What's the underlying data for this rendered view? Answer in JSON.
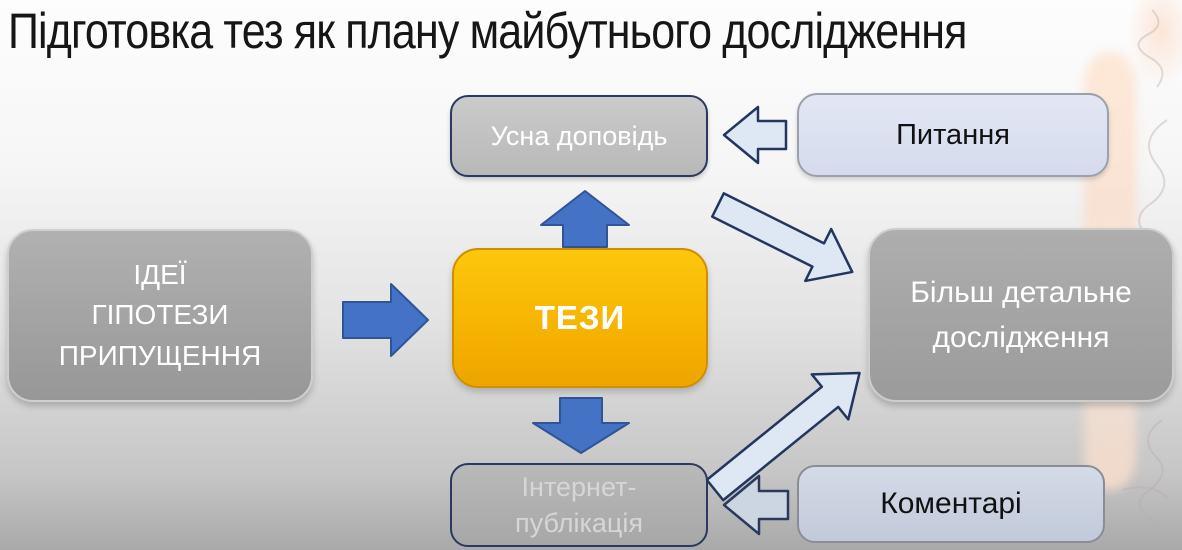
{
  "slide": {
    "title": "Підготовка тез як плану майбутнього дослідження"
  },
  "nodes": {
    "theses": {
      "label": "ТЕЗИ"
    },
    "ideas": {
      "line1": "ІДЕЇ",
      "line2": "ГІПОТЕЗИ",
      "line3": "ПРИПУЩЕННЯ"
    },
    "oral_report": {
      "label": "Усна доповідь"
    },
    "questions": {
      "label": "Питання"
    },
    "detailed_research": {
      "line1": "Більш детальне",
      "line2": "дослідження"
    },
    "internet_publication": {
      "line1": "Інтернет-",
      "line2": "публікація"
    },
    "comments": {
      "label": "Коментарі"
    }
  },
  "icons": {
    "arrow_right": "solid blue right block arrow (ideas → theses)",
    "arrow_up": "solid blue up block arrow (theses → oral report)",
    "arrow_down": "solid blue down block arrow (theses → internet publication)",
    "arrow_left_top": "light blue left block arrow (questions → oral report)",
    "arrow_left_bottom": "light blue left block arrow (comments → internet publication)",
    "arrow_diag_down": "light blue diagonal arrow (oral report → detailed research)",
    "arrow_diag_up": "light blue diagonal arrow (internet publication → detailed research)"
  },
  "colors": {
    "theses_yellow": "#F5B100",
    "theses_border": "#CF8F00",
    "solid_arrow_blue": "#4472C4",
    "solid_arrow_border": "#2F5597",
    "light_arrow_fill": "#DDE8F4",
    "light_arrow_border": "#22365E",
    "node_gray": "#A6A6A6",
    "questions_lavender": "#DBE1F1",
    "comments_bluegray": "#C8D1DF",
    "title_text": "#161616",
    "node_text_white": "#FFFFFF"
  }
}
